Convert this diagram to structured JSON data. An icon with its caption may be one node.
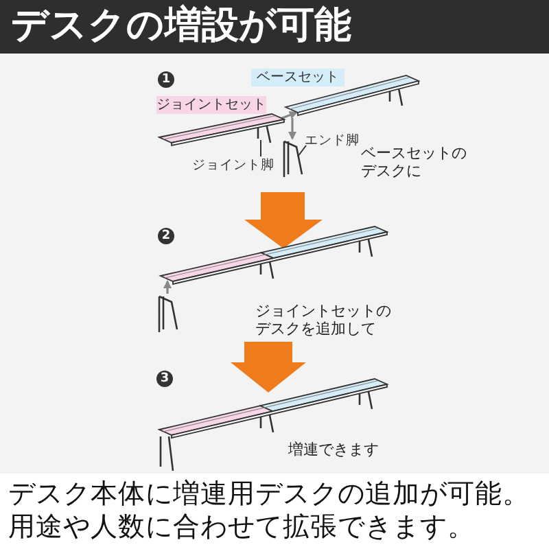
{
  "diagram": {
    "title": "デスクの増設が可能",
    "nodes": [
      {
        "text": [
          "ベースセット"
        ]
      },
      {
        "text": [
          "ジョイントセット"
        ]
      },
      {
        "text": [],
        "shape": "picture"
      },
      {
        "text": [],
        "shape": "picture"
      },
      {
        "text": [],
        "shape": "picture"
      },
      {
        "text": [
          "エンド脚"
        ]
      },
      {
        "text": [
          "ジョイント脚"
        ]
      },
      {
        "text": [],
        "shape": "picture"
      },
      {
        "text": [],
        "shape": "picture"
      },
      {
        "text": [],
        "shape": "picture"
      }
    ],
    "edges": [
      {
        "from": 3,
        "to": 2,
        "arrow": "to"
      },
      {
        "from": 2,
        "to": 4,
        "arrow": "to"
      },
      {
        "from": 5,
        "to": 4,
        "arrow": "none"
      },
      {
        "from": 6,
        "to": null,
        "arrow": "none"
      },
      {
        "from": null,
        "to": 7,
        "arrow": "to",
        "style": "thick",
        "color": "#ee7b1c"
      },
      {
        "from": 8,
        "to": 7,
        "arrow": "to"
      },
      {
        "from": null,
        "to": 9,
        "arrow": "to",
        "style": "thick",
        "color": "#ee7b1c"
      }
    ],
    "labels": [
      "1",
      "ベースセットのデスクに",
      "2",
      "ジョイントセットのデスクを追加して",
      "3",
      "増連できます"
    ],
    "caption": "デスク本体に増連用デスクの追加が可能。用途や人数に合わせて拡張できます。"
  }
}
